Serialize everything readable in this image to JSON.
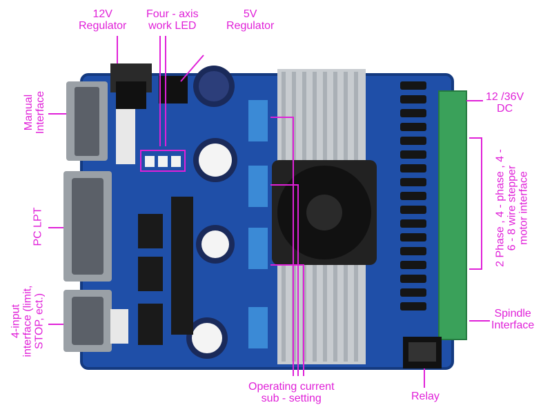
{
  "colors": {
    "label": "#e020d8",
    "board": "#1f4fa8",
    "board_dark": "#143a80",
    "heatsink": "#c8ccd0",
    "terminal": "#3aa15a",
    "fan": "#222222",
    "chip": "#1a1a1a"
  },
  "labels": {
    "reg12": [
      "12V",
      "Regulator"
    ],
    "led": [
      "Four - axis",
      "work LED"
    ],
    "reg5": [
      "5V",
      "Regulator"
    ],
    "manual": [
      "Manual",
      "Interface"
    ],
    "pclpt": [
      "PC LPT"
    ],
    "input4": [
      "4-input",
      "interface (limit,",
      "STOP, ect.)"
    ],
    "power": [
      "12 /36V",
      "DC"
    ],
    "motor": [
      "2 Phase , 4 - phase , 4 -",
      "6 - 8 wire stepper",
      "motor interface"
    ],
    "spindle": [
      "Spindle",
      "Interface"
    ],
    "current": [
      "Operating current",
      "sub - setting"
    ],
    "relay": [
      "Relay"
    ]
  },
  "icons": {
    "fan": "cooling-fan-icon",
    "heatsink": "heatsink-icon",
    "capacitor": "capacitor-icon",
    "chip": "ic-chip-icon",
    "connector": "db25-connector-icon",
    "terminal": "terminal-block-icon",
    "relay": "relay-icon"
  }
}
